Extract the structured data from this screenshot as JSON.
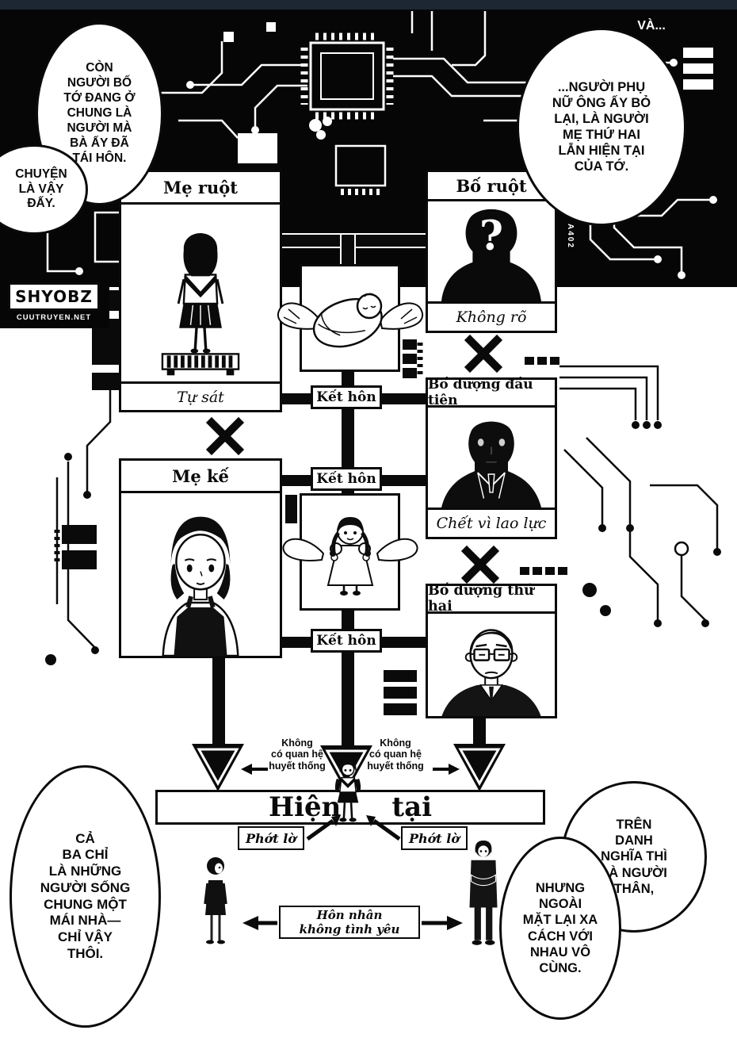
{
  "colors": {
    "ink": "#0a0a0a",
    "paper": "#ffffff",
    "top_strip": "#1d2733"
  },
  "watermark": {
    "name": "SHYOBZ",
    "site": "CUUTRUYEN.NET"
  },
  "margin_code": "A402",
  "bubbles": {
    "top_left": "CÒN\nNGƯỜI BỐ\nTỚ ĐANG Ở\nCHUNG LÀ\nNGƯỜI MÀ\nBÀ ẤY ĐÃ\nTÁI HÔN.",
    "left_small": "CHUYỆN\nLÀ VẬY\nĐẤY.",
    "va": "VÀ...",
    "top_right": "...NGƯỜI PHỤ\nNỮ ÔNG ẤY BỎ\nLẠI, LÀ NGƯỜI\nMẸ THỨ HAI\nLẪN HIỆN TẠI\nCỦA TỚ.",
    "bottom_left": "CẢ\nBA CHỈ\nLÀ NHỮNG\nNGƯỜI SỐNG\nCHUNG MỘT\nMÁI NHÀ—\nCHỈ VẬY\nTHÔI.",
    "bottom_right_upper": "TRÊN\nDANH\nNGHĨA THÌ\nLÀ NGƯỜI\nTHÂN,",
    "bottom_right_lower": "NHƯNG\nNGOÀI\nMẶT LẠI XA\nCÁCH VỚI\nNHAU VÔ\nCÙNG."
  },
  "tree": {
    "birth_mother_title": "Mẹ ruột",
    "birth_mother_status": "Tự sát",
    "birth_father_title": "Bố ruột",
    "birth_father_status": "Không rõ",
    "stepfather1_title": "Bố dượng đầu tiên",
    "stepfather1_status": "Chết vì lao lực",
    "stepmother_title": "Mẹ kế",
    "stepfather2_title": "Bố dượng thứ hai",
    "marriage": "Kết hôn",
    "no_blood_relation": "Không\ncó quan hệ\nhuyết thống",
    "present_word1": "Hiện",
    "present_word2": "tại",
    "ignore": "Phớt lờ",
    "loveless_marriage": "Hôn nhân\nkhông tình yêu"
  }
}
